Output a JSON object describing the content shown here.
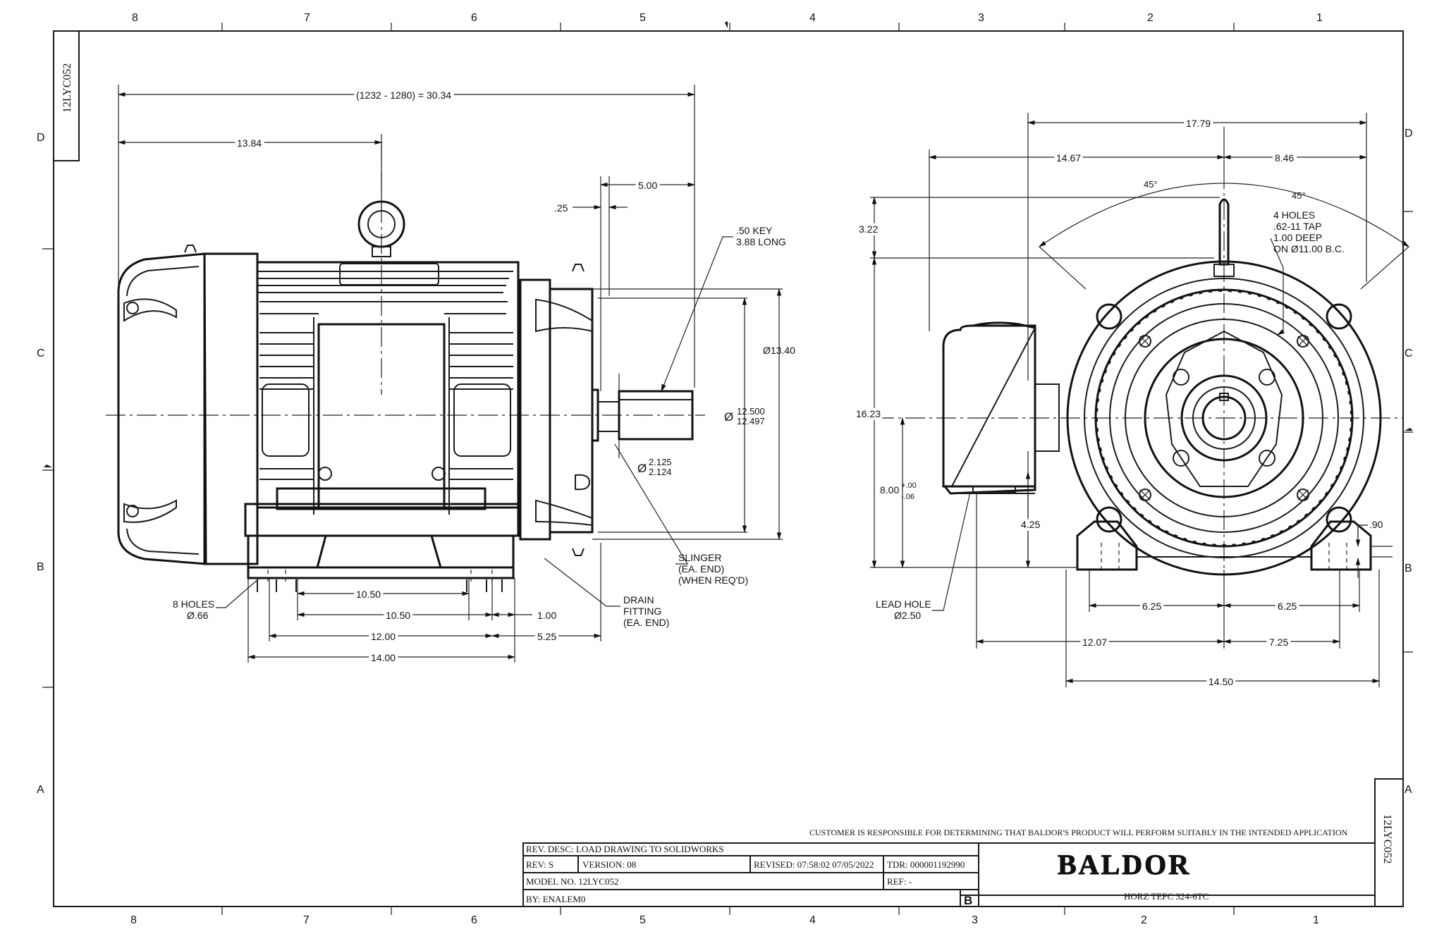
{
  "border": {
    "zones_top": [
      "8",
      "7",
      "6",
      "5",
      "4",
      "3",
      "2",
      "1"
    ],
    "zones_bottom": [
      "8",
      "7",
      "6",
      "5",
      "4",
      "3",
      "2",
      "1"
    ],
    "rows_left": [
      "D",
      "C",
      "B",
      "A"
    ],
    "rows_right": [
      "D",
      "C",
      "B",
      "A"
    ],
    "drawing_id_tab": "12LYC052",
    "drawing_id_tab_right": "12LYC052"
  },
  "side_view": {
    "overall_length": "(1232 - 1280) = 30.34",
    "d_13_84": "13.84",
    "d_5_00": "5.00",
    "d_0_25": ".25",
    "key_note_1": ".50 KEY",
    "key_note_2": "3.88 LONG",
    "dia_13_40": "Ø13.40",
    "dia_prefix": "Ø",
    "pilot_upper": "12.500",
    "pilot_lower": "12.497",
    "shaft_upper": "2.125",
    "shaft_lower": "2.124",
    "slinger_1": "SLINGER",
    "slinger_2": "(EA. END)",
    "slinger_3": "(WHEN REQ'D)",
    "drain_1": "DRAIN",
    "drain_2": "FITTING",
    "drain_3": "(EA. END)",
    "holes_1": "8 HOLES",
    "holes_2": "Ø.66",
    "d_10_50_a": "10.50",
    "d_10_50_b": "10.50",
    "d_1_00": "1.00",
    "d_12_00": "12.00",
    "d_5_25": "5.25",
    "d_14_00": "14.00"
  },
  "end_view": {
    "d_17_79": "17.79",
    "d_14_67": "14.67",
    "d_8_46": "8.46",
    "angle_left": "45°",
    "angle_right": "45°",
    "tap_1": "4 HOLES",
    "tap_2": ".62-11 TAP",
    "tap_3": "1.00 DEEP",
    "tap_4": "ON Ø11.00 B.C.",
    "d_3_22": "3.22",
    "d_16_23": "16.23",
    "d_8_00": "8.00",
    "tol_plus": "+.00",
    "tol_minus": "-.06",
    "d_4_25": "4.25",
    "d_0_90": ".90",
    "lead_1": "LEAD HOLE",
    "lead_2": "Ø2.50",
    "d_6_25_a": "6.25",
    "d_6_25_b": "6.25",
    "d_12_07": "12.07",
    "d_7_25": "7.25",
    "d_14_50": "14.50"
  },
  "title_block": {
    "disclaimer": "CUSTOMER IS RESPONSIBLE FOR DETERMINING THAT BALDOR'S PRODUCT WILL PERFORM SUITABLY IN THE INTENDED APPLICATION",
    "rev_desc": "REV. DESC: LOAD DRAWING TO SOLIDWORKS",
    "rev": "REV:  S",
    "version": "VERSION:  08",
    "revised": "REVISED:  07:58:02 07/05/2022",
    "tdr": "TDR:  000001192990",
    "model": "MODEL NO.  12LYC052",
    "ref": "REF:  -",
    "by": "BY: ENALEM0",
    "size": "B",
    "logo": "BALDOR",
    "description": "HORZ TEFC 324-6TC"
  }
}
